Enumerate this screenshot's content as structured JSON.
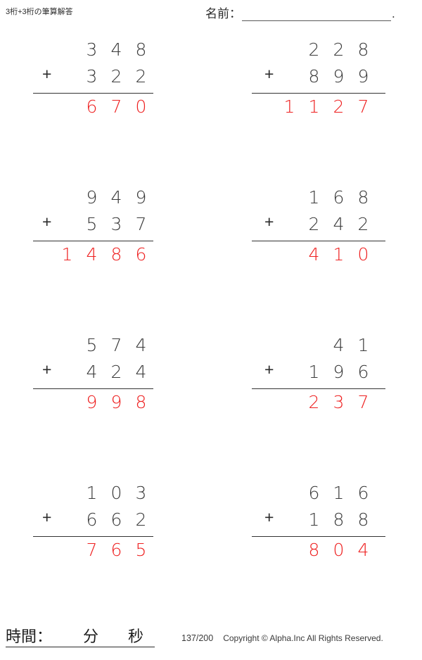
{
  "header": {
    "title": "3桁+3桁の筆算解答",
    "name_label": "名前：",
    "name_value": "",
    "name_period": "."
  },
  "worksheet": {
    "operator": "+",
    "answer_color": "#ee1f1f",
    "digit_color": "#3a3a3a",
    "rule_color": "#333333"
  },
  "problems": [
    {
      "id": 1,
      "operand_a": [
        "",
        "3",
        "4",
        "8"
      ],
      "operand_b": [
        "",
        "3",
        "2",
        "2"
      ],
      "answer": [
        "",
        "6",
        "7",
        "0"
      ],
      "operator": "+"
    },
    {
      "id": 2,
      "operand_a": [
        "",
        "2",
        "2",
        "8"
      ],
      "operand_b": [
        "",
        "8",
        "9",
        "9"
      ],
      "answer": [
        "1",
        "1",
        "2",
        "7"
      ],
      "operator": "+"
    },
    {
      "id": 3,
      "operand_a": [
        "",
        "9",
        "4",
        "9"
      ],
      "operand_b": [
        "",
        "5",
        "3",
        "7"
      ],
      "answer": [
        "1",
        "4",
        "8",
        "6"
      ],
      "operator": "+"
    },
    {
      "id": 4,
      "operand_a": [
        "",
        "1",
        "6",
        "8"
      ],
      "operand_b": [
        "",
        "2",
        "4",
        "2"
      ],
      "answer": [
        "",
        "4",
        "1",
        "0"
      ],
      "operator": "+"
    },
    {
      "id": 5,
      "operand_a": [
        "",
        "5",
        "7",
        "4"
      ],
      "operand_b": [
        "",
        "4",
        "2",
        "4"
      ],
      "answer": [
        "",
        "9",
        "9",
        "8"
      ],
      "operator": "+"
    },
    {
      "id": 6,
      "operand_a": [
        "",
        "",
        "4",
        "1"
      ],
      "operand_b": [
        "",
        "1",
        "9",
        "6"
      ],
      "answer": [
        "",
        "2",
        "3",
        "7"
      ],
      "operator": "+"
    },
    {
      "id": 7,
      "operand_a": [
        "",
        "1",
        "0",
        "3"
      ],
      "operand_b": [
        "",
        "6",
        "6",
        "2"
      ],
      "answer": [
        "",
        "7",
        "6",
        "5"
      ],
      "operator": "+"
    },
    {
      "id": 8,
      "operand_a": [
        "",
        "6",
        "1",
        "6"
      ],
      "operand_b": [
        "",
        "1",
        "8",
        "8"
      ],
      "answer": [
        "",
        "8",
        "0",
        "4"
      ],
      "operator": "+"
    }
  ],
  "footer": {
    "time_label": "時間：",
    "time_minutes_unit": "分",
    "time_seconds_unit": "秒",
    "page_number": "137/200",
    "copyright": "Copyright © Alpha.Inc All Rights Reserved."
  }
}
